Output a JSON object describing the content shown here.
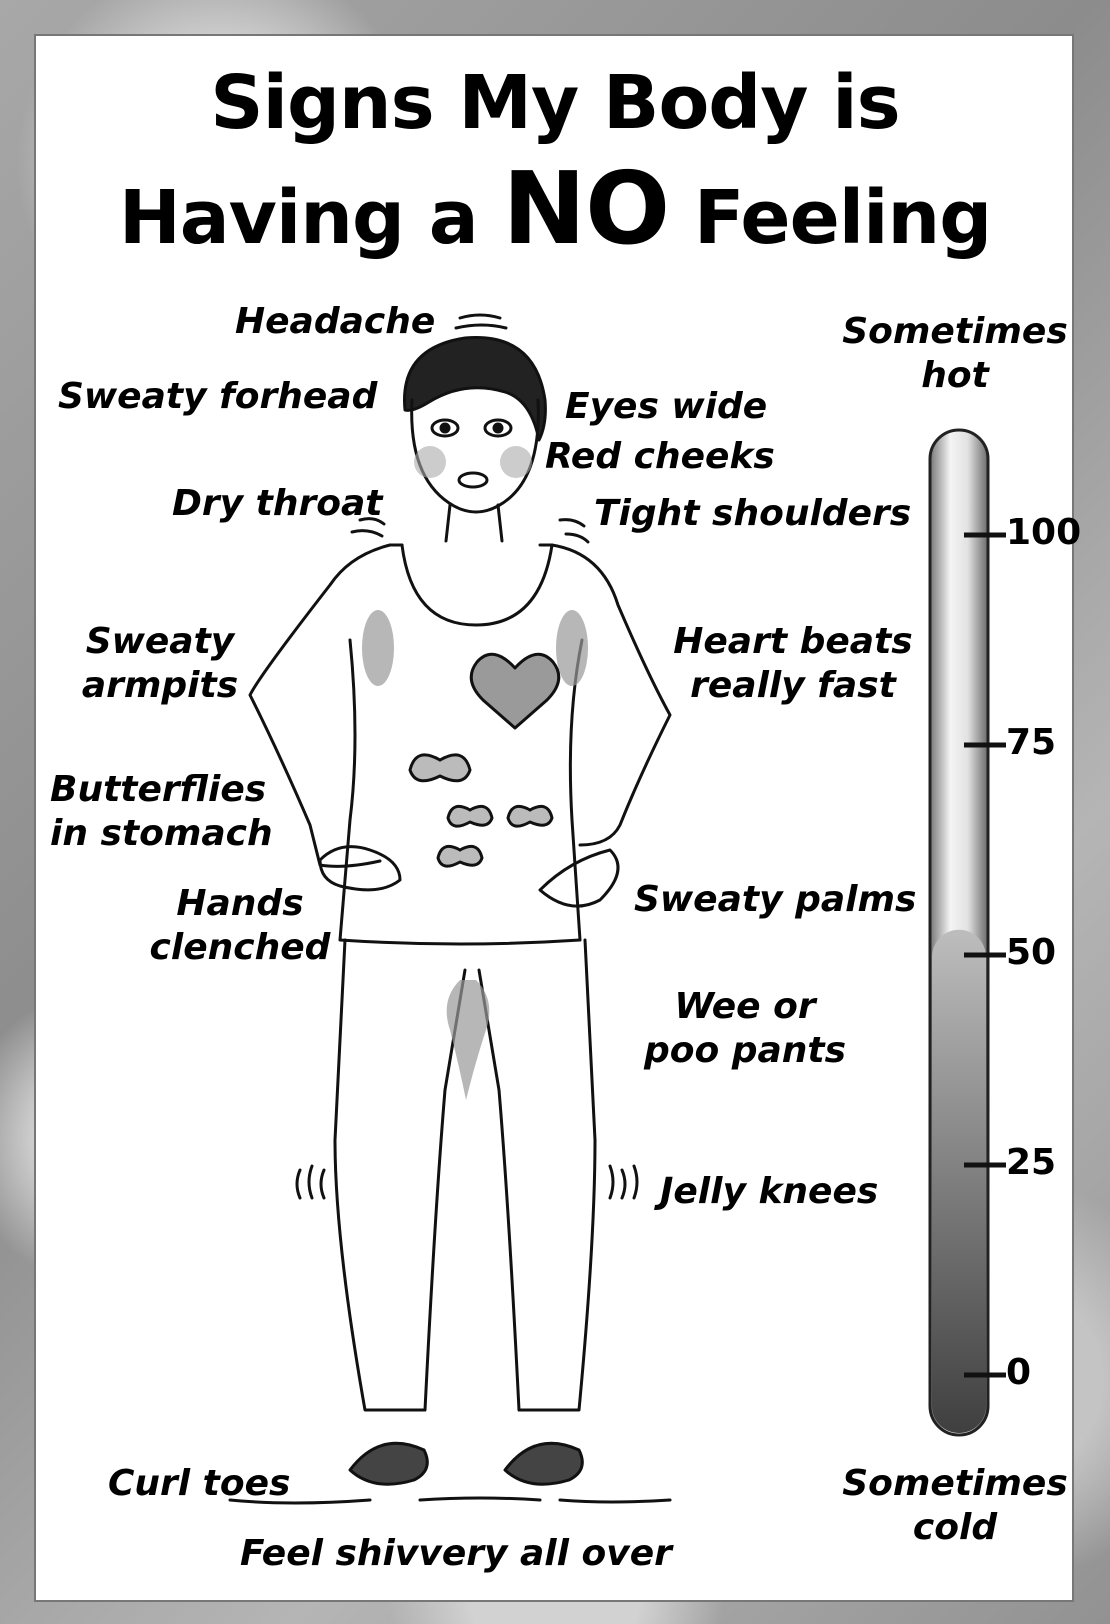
{
  "title": {
    "line1": "Signs My Body is",
    "line2_prefix": "Having a",
    "line2_emphasis": "NO",
    "line2_suffix": "Feeling"
  },
  "labels": {
    "headache": "Headache",
    "sweaty_forhead": "Sweaty forhead",
    "eyes_wide": "Eyes wide",
    "red_cheeks": "Red cheeks",
    "dry_throat": "Dry throat",
    "tight_shoulders": "Tight shoulders",
    "sweaty_armpits_1": "Sweaty",
    "sweaty_armpits_2": "armpits",
    "heart_1": "Heart beats",
    "heart_2": "really fast",
    "butterflies_1": "Butterflies",
    "butterflies_2": "in stomach",
    "hands_1": "Hands",
    "hands_2": "clenched",
    "sweaty_palms": "Sweaty palms",
    "wee_1": "Wee or",
    "wee_2": "poo pants",
    "jelly_knees": "Jelly knees",
    "curl_toes": "Curl toes",
    "shivvery": "Feel shivvery all over"
  },
  "thermometer": {
    "top_label_1": "Sometimes",
    "top_label_2": "hot",
    "bottom_label_1": "Sometimes",
    "bottom_label_2": "cold",
    "ticks": [
      100,
      75,
      50,
      25,
      0
    ],
    "tick_labels": [
      "100",
      "75",
      "50",
      "25",
      "0"
    ],
    "level": 53,
    "colors": {
      "fill": "#b9b9b9",
      "empty": "#e8e8e8",
      "outline": "#222222"
    }
  }
}
